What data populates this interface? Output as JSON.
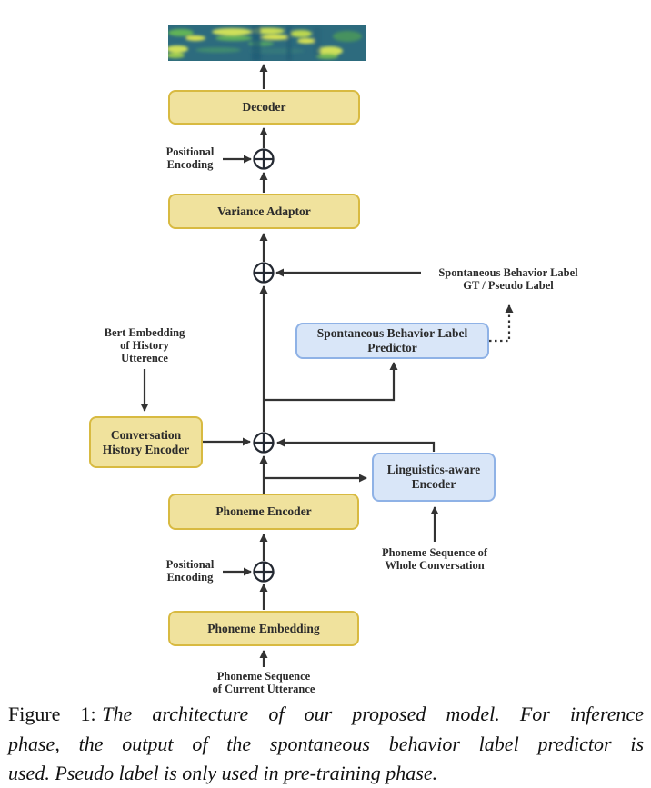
{
  "figure": {
    "caption": {
      "label": "Figure 1:",
      "lines": [
        "The architecture of our proposed model. For inference",
        "phase, the output of the spontaneous behavior label predictor is",
        "used. Pseudo label is only used in pre-training phase."
      ]
    }
  },
  "nodes": {
    "decoder": {
      "lines": [
        "Decoder"
      ]
    },
    "variance_adaptor": {
      "lines": [
        "Variance Adaptor"
      ]
    },
    "spontaneous_behavior_label_predictor": {
      "lines": [
        "Spontaneous Behavior Label",
        "Predictor"
      ]
    },
    "conversation_history_encoder": {
      "lines": [
        "Conversation",
        "History Encoder"
      ]
    },
    "linguistics_aware_encoder": {
      "lines": [
        "Linguistics-aware",
        "Encoder"
      ]
    },
    "phoneme_encoder": {
      "lines": [
        "Phoneme Encoder"
      ]
    },
    "phoneme_embedding": {
      "lines": [
        "Phoneme Embedding"
      ]
    }
  },
  "annotations": {
    "positional_encoding_top": {
      "lines": [
        "Positional",
        "Encoding"
      ]
    },
    "spontaneous_label": {
      "lines": [
        "Spontaneous Behavior Label",
        "GT / Pseudo Label"
      ]
    },
    "bert_embedding": {
      "lines": [
        "Bert Embedding",
        "of History",
        "Utterence"
      ]
    },
    "phoneme_whole_conversation": {
      "lines": [
        "Phoneme Sequence of",
        "Whole Conversation"
      ]
    },
    "positional_encoding_bottom": {
      "lines": [
        "Positional",
        "Encoding"
      ]
    },
    "phoneme_current_utterance": {
      "lines": [
        "Phoneme Sequence",
        "of Current Utterance"
      ]
    }
  },
  "colors": {
    "node_yellow_fill": "#f0e29d",
    "node_yellow_border": "#d8ba41",
    "node_blue_fill": "#d9e6f8",
    "node_blue_border": "#8fb2e6",
    "connector": "#333333",
    "spectrogram_base": "#2d6b7e"
  },
  "icons": {
    "add_operator": "circled-plus"
  }
}
